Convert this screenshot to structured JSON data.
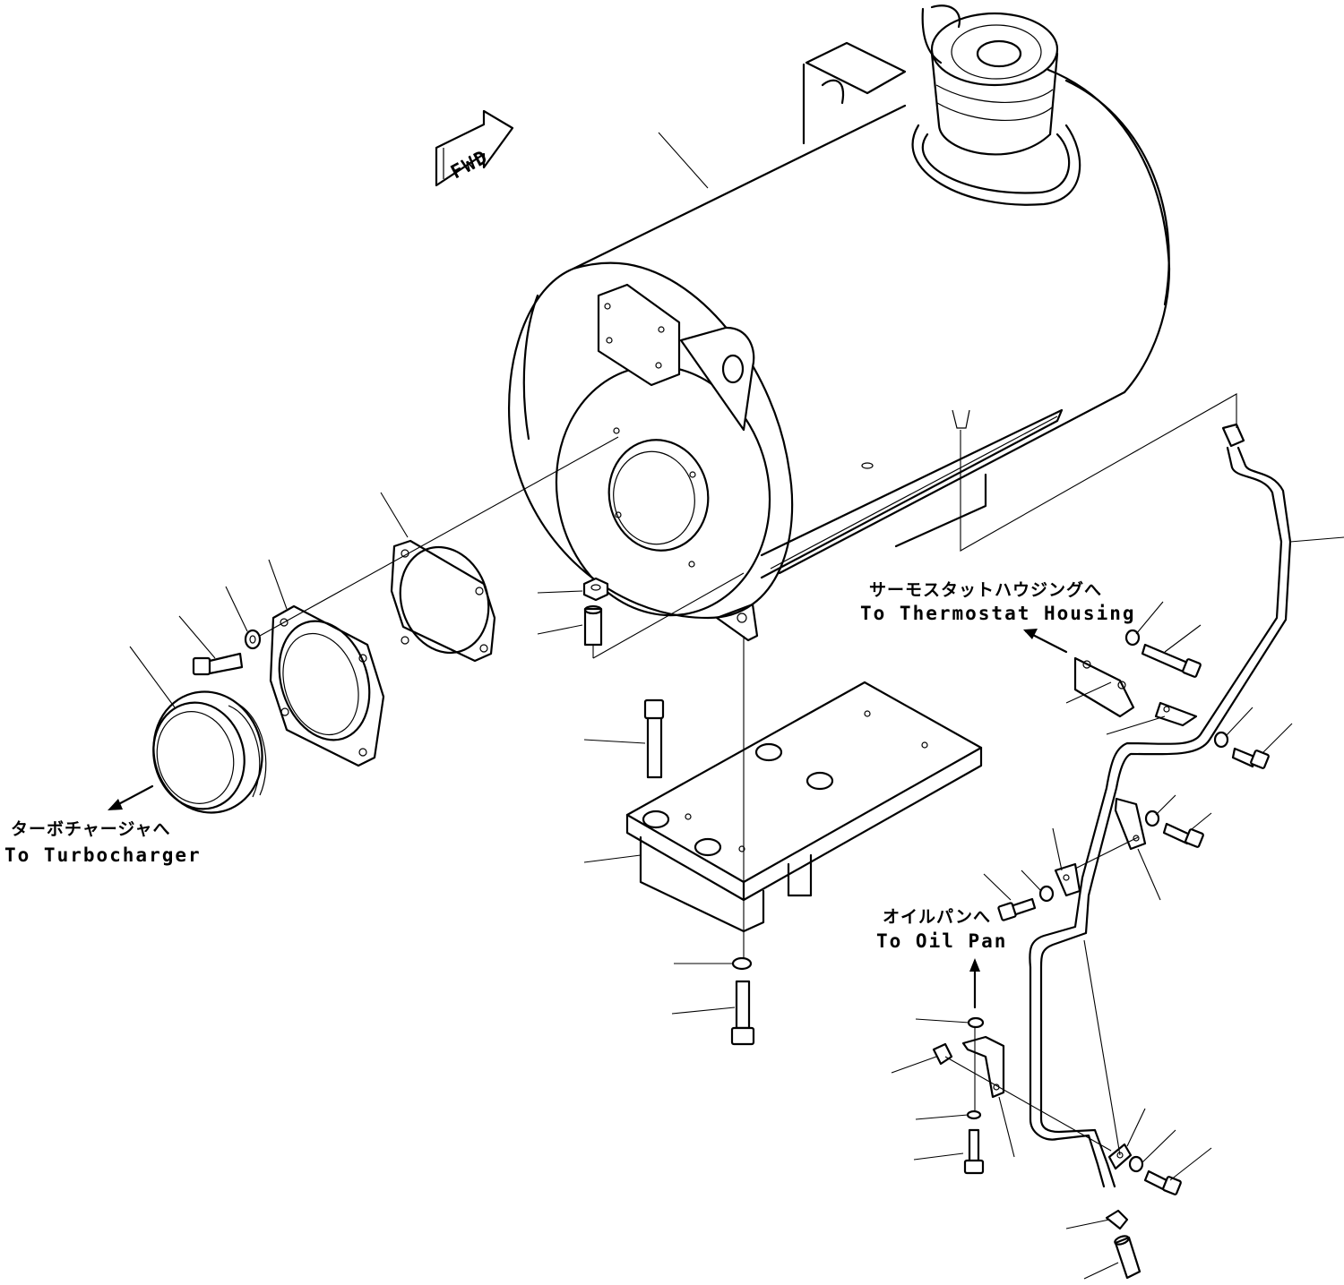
{
  "labels": {
    "fwd": "FWD",
    "thermostat_jp": "サーモスタットハウジングへ",
    "thermostat_en": "To Thermostat Housing",
    "turbo_jp": "ターボチャージャへ",
    "turbo_en": "To Turbocharger",
    "oilpan_jp": "オイルパンへ",
    "oilpan_en": "To Oil Pan"
  }
}
